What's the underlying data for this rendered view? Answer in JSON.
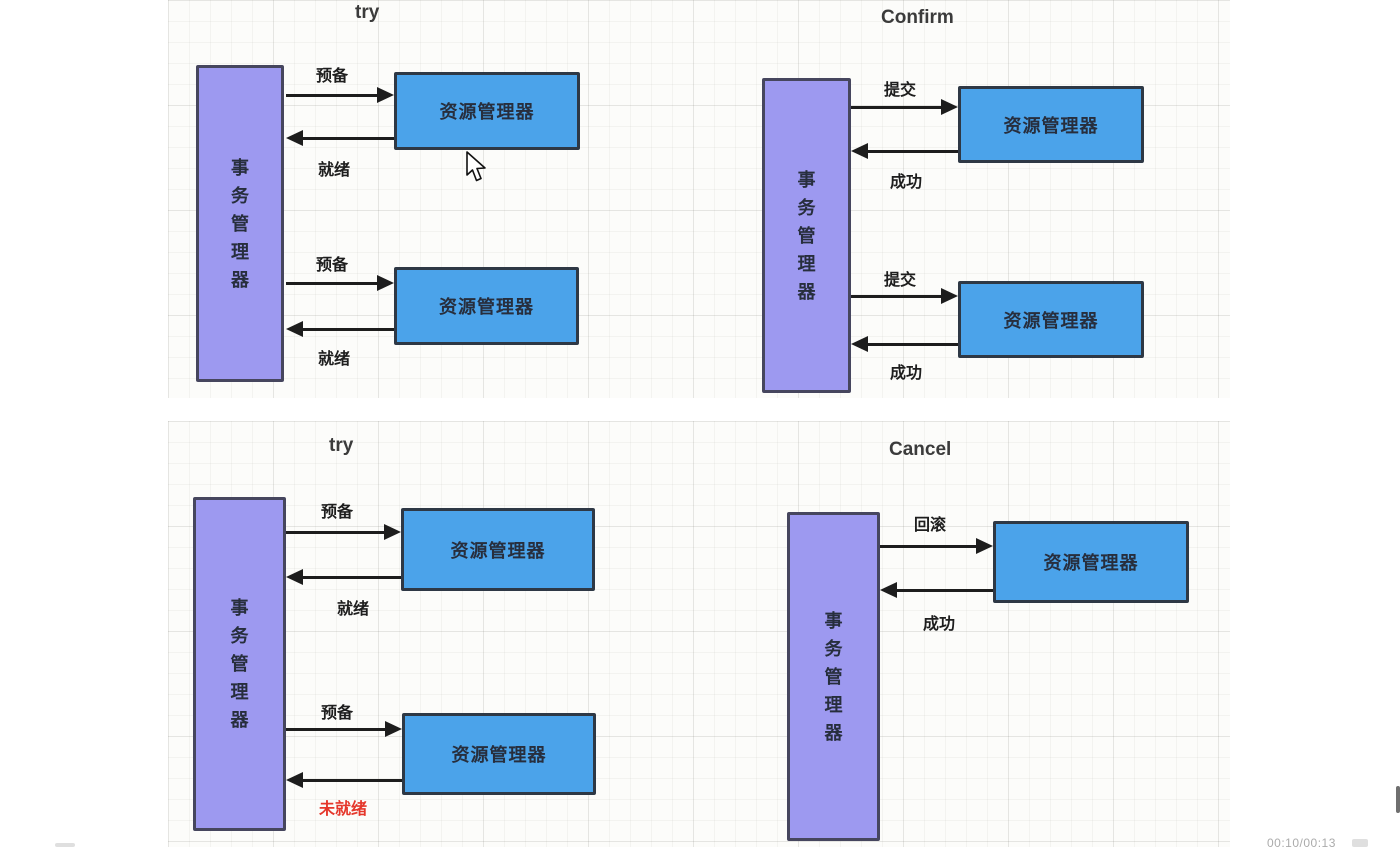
{
  "colors": {
    "tm_fill": "#9d99f0",
    "tm_border": "#46465e",
    "rm_fill": "#4ba3ea",
    "rm_border": "#2e3845",
    "box_text": "#272e3d",
    "arrow": "#1d1d1d",
    "label": "#1e1e1e",
    "label_red": "#e5372b",
    "title": "#3b3b3b",
    "grid_bg": "#fcfcfa"
  },
  "panels": [
    {
      "title": "try",
      "tm_label": "事务管理器",
      "rm1_label": "资源管理器",
      "rm2_label": "资源管理器",
      "arrows": [
        {
          "label": "预备"
        },
        {
          "label": "就绪"
        },
        {
          "label": "预备"
        },
        {
          "label": "就绪"
        }
      ]
    },
    {
      "title": "Confirm",
      "tm_label": "事务管理器",
      "rm1_label": "资源管理器",
      "rm2_label": "资源管理器",
      "arrows": [
        {
          "label": "提交"
        },
        {
          "label": "成功"
        },
        {
          "label": "提交"
        },
        {
          "label": "成功"
        }
      ]
    },
    {
      "title": "try",
      "tm_label": "事务管理器",
      "rm1_label": "资源管理器",
      "rm2_label": "资源管理器",
      "arrows": [
        {
          "label": "预备"
        },
        {
          "label": "就绪"
        },
        {
          "label": "预备"
        },
        {
          "label": "未就绪"
        }
      ]
    },
    {
      "title": "Cancel",
      "tm_label": "事务管理器",
      "rm1_label": "资源管理器",
      "arrows": [
        {
          "label": "回滚"
        },
        {
          "label": "成功"
        }
      ]
    }
  ],
  "overlay": {
    "timestamp": "00:10/00:13"
  }
}
